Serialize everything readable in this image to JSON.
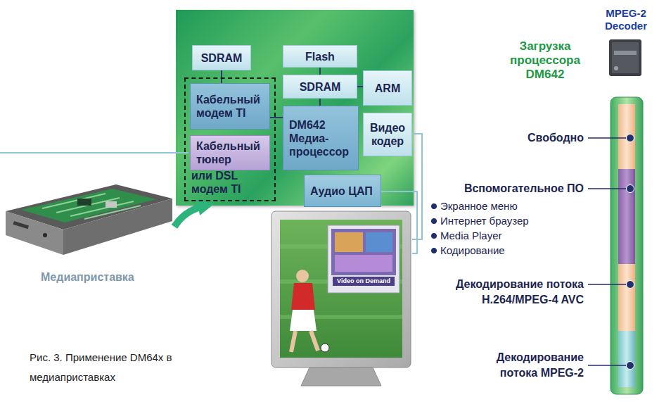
{
  "diagram": {
    "caption": "Рис. 3. Применение DM64x в медиаприставках",
    "nodes": [
      {
        "text": [
          "SDRAM"
        ]
      },
      {
        "text": [
          "Flash"
        ]
      },
      {
        "text": [
          "SDRAM"
        ]
      },
      {
        "text": [
          "ARM"
        ]
      },
      {
        "text": [
          "или DSL модем TI"
        ]
      },
      {
        "text": [
          "Кабельный модем TI"
        ],
        "in": 4
      },
      {
        "text": [
          "Кабельный тюнер"
        ],
        "in": 4
      },
      {
        "text": [
          "DM642 Медиа-процессор"
        ]
      },
      {
        "text": [
          "Видео кодер"
        ]
      },
      {
        "text": [
          "Аудио ЦАП"
        ]
      }
    ],
    "edges": [
      {
        "from": 0,
        "to": 5,
        "arrow": "none"
      },
      {
        "from": 1,
        "to": 2,
        "arrow": "none"
      },
      {
        "from": 3,
        "to": 2,
        "arrow": "none"
      },
      {
        "from": 2,
        "to": 7,
        "arrow": "none"
      },
      {
        "from": 5,
        "to": 7,
        "arrow": "none"
      }
    ],
    "labels": [
      "Медиаприставка",
      "Video on Demand",
      "MPEG-2 Decoder",
      "Загрузка процессора DM642",
      "Свободно",
      "Вспомогательное ПО",
      "Экранное меню",
      "Интернет браузер",
      "Media Player",
      "Кодирование",
      "Декодирование потока H.264/MPEG-4 AVC",
      "Декодирование потока MPEG-2"
    ]
  }
}
